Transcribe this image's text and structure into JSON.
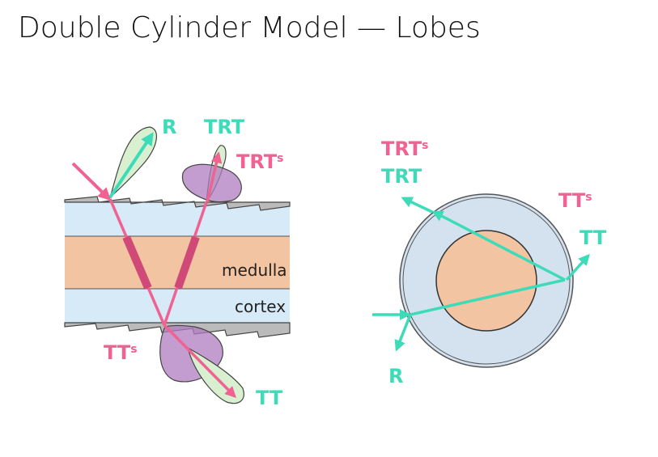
{
  "title": "Double Cylinder Model — Lobes",
  "colors": {
    "teal": "#3ddbb8",
    "pink": "#f06291",
    "medulla": "#f3c4a2",
    "cortex": "#d6eaf8",
    "lobe_green": "#d8f0d0",
    "lobe_purple": "#b07cc0",
    "thick_segment": "#d04a78",
    "circle_outer": "#d4e2f0"
  },
  "side_view": {
    "label_R": "R",
    "label_TRT": "TRT",
    "label_TRTs_base": "TRT",
    "label_TRTs_sup": "s",
    "label_TTs_base": "TT",
    "label_TTs_sup": "s",
    "label_TT": "TT",
    "label_medulla": "medulla",
    "label_cortex": "cortex"
  },
  "cross_section": {
    "label_TRTs_base": "TRT",
    "label_TRTs_sup": "s",
    "label_TRT": "TRT",
    "label_TTs_base": "TT",
    "label_TTs_sup": "s",
    "label_TT": "TT",
    "label_R": "R"
  }
}
